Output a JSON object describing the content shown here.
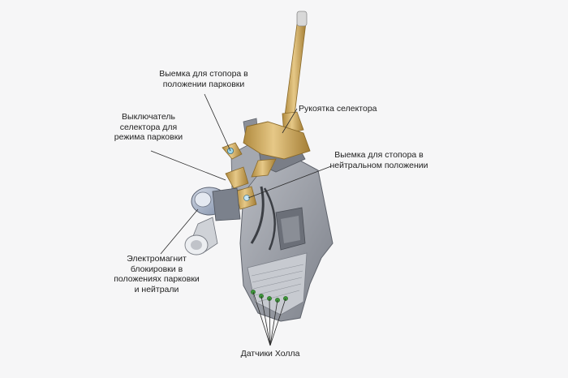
{
  "labels": {
    "park_notch": "Выемка для стопора в положении парковки",
    "park_switch": "Выключатель селектора для режима парковки",
    "handle": "Рукоятка селектора",
    "neutral_notch": "Выемка для стопора в нейтральном положении",
    "magnet": "Электромагнит блокировки в положениях парковки и нейтрали",
    "hall_sensors": "Датчики Холла"
  },
  "colors": {
    "background": "#f6f6f7",
    "body_metal": "#9a9ea6",
    "gold_part": "#d9b46a",
    "motor_blue": "#aeb9cc",
    "sensor_green": "#3f9a3a",
    "leader_line": "#2a2a2a"
  }
}
